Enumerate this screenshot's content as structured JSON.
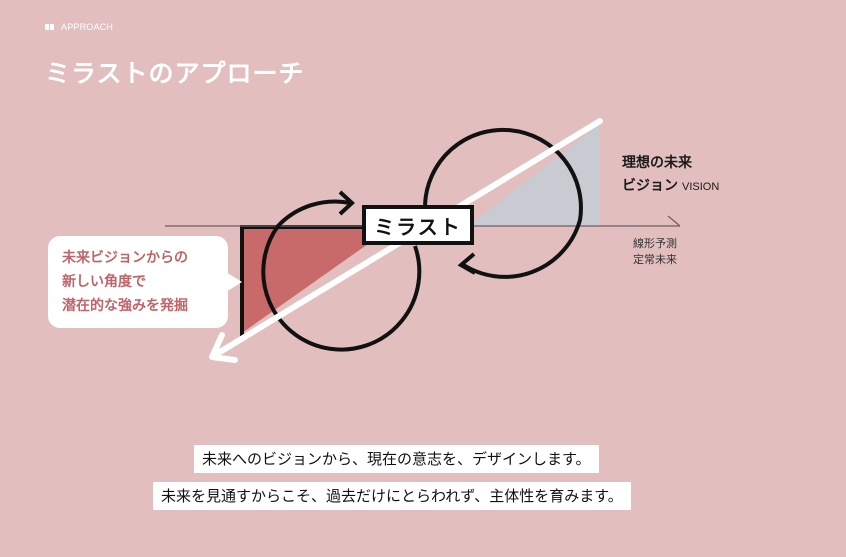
{
  "header": {
    "section_tag": "APPROACH",
    "title": "ミラストのアプローチ"
  },
  "diagram": {
    "logo_text": "ミラスト",
    "vision_label": {
      "line1": "理想の未来",
      "line2": "ビジョン",
      "line2_en": "VISION"
    },
    "linear_label": {
      "line1": "線形予測",
      "line2": "定常未来"
    },
    "bubble": {
      "line1": "未来ビジョンからの",
      "line2": "新しい角度で",
      "line3": "潜在的な強みを発掘"
    },
    "colors": {
      "background": "#e2bebe",
      "red_area": "#c96a6a",
      "gray_area": "#c8cbd1",
      "accent_text": "#c0646a",
      "line": "#111111"
    }
  },
  "captions": [
    "未来へのビジョンから、現在の意志を、デザインします。",
    "未来を見通すからこそ、過去だけにとらわれず、主体性を育みます。"
  ]
}
